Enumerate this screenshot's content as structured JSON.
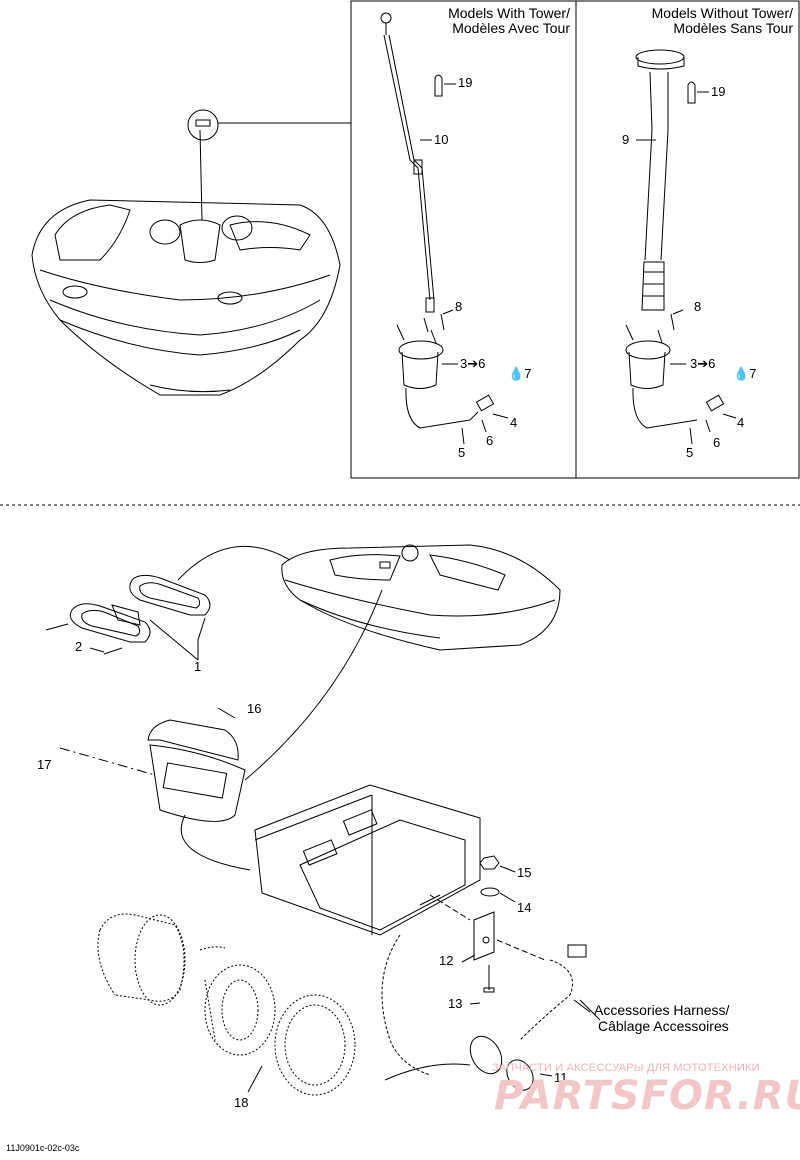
{
  "headers": {
    "with_tower": [
      "Models With Tower/",
      "Modèles Avec Tour"
    ],
    "without_tower": [
      "Models Without Tower/",
      "Modèles Sans Tour"
    ]
  },
  "callouts_left_panel": [
    "19",
    "10",
    "8",
    "3➔6",
    "7",
    "4",
    "6",
    "5"
  ],
  "callouts_right_panel": [
    "19",
    "9",
    "8",
    "3➔6",
    "7",
    "4",
    "6",
    "5"
  ],
  "callouts_lower": [
    "1",
    "2",
    "16",
    "17",
    "15",
    "14",
    "12",
    "13",
    "18",
    "11"
  ],
  "harness_label": [
    "Accessories Harness/",
    "Câblage Accessoires"
  ],
  "watermark": {
    "line1": "ЗАПЧАСТИ И АКСЕССУАРЫ ДЛЯ МОТОТЕХНИКИ",
    "line2": "PARTSFOR.RU"
  },
  "diagram_code": "11J0901c-02c-03c"
}
